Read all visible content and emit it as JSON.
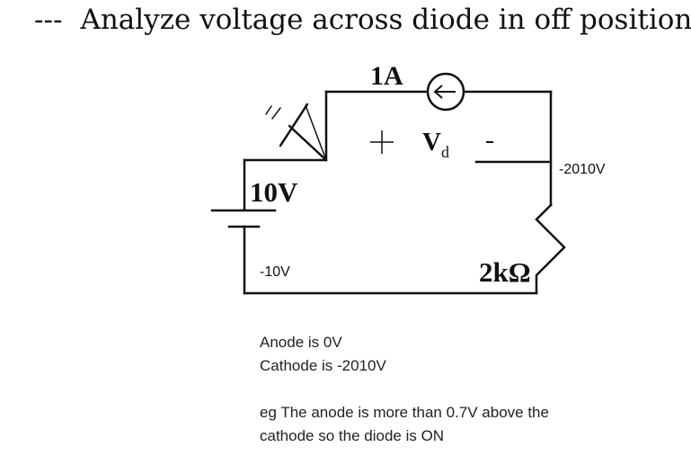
{
  "title": {
    "prefix": "---",
    "text": "Analyze voltage across diode in off position."
  },
  "circuit": {
    "current_source_label": "1A",
    "voltage_source_label": "10V",
    "resistor_label": "2kΩ",
    "diode_plus": "+",
    "diode_minus": "-",
    "vd_main": "V",
    "vd_sub": "d",
    "node_right_voltage": "-2010V",
    "node_bottom_left_voltage": "-10V"
  },
  "notes": {
    "anode": "Anode is 0V",
    "cathode": "Cathode is -2010V",
    "conclusion_line1": "eg The anode is more than 0.7V above the",
    "conclusion_line2": "cathode so the diode is ON"
  }
}
